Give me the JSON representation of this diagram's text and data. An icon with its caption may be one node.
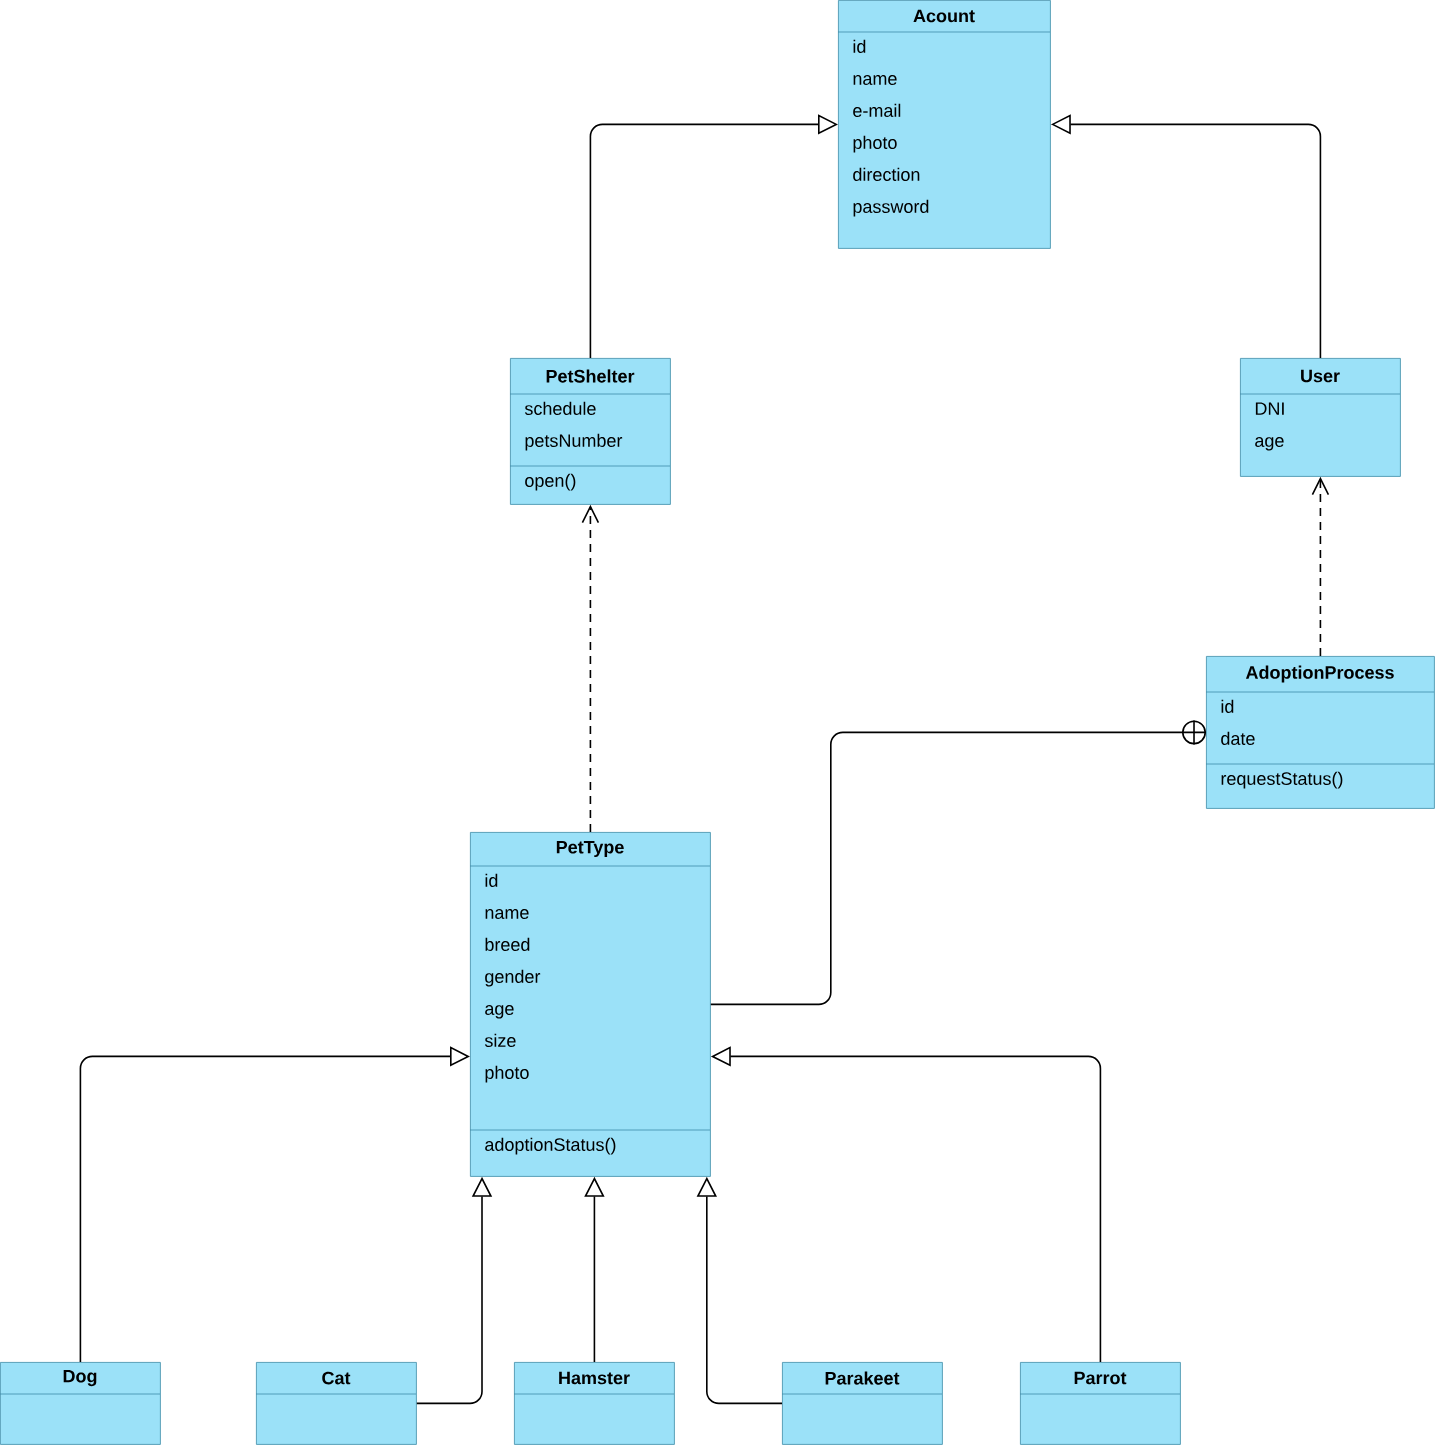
{
  "diagram": {
    "nodes": [
      {
        "text": [
          "Acount",
          "id name e-mail photo direction password"
        ]
      },
      {
        "text": [
          "PetShelter",
          "schedule petsNumber",
          "open()"
        ]
      },
      {
        "text": [
          "User",
          "DNI age"
        ]
      },
      {
        "text": [
          "AdoptionProcess",
          "id date",
          "requestStatus()"
        ]
      },
      {
        "text": [
          "PetType",
          "id name breed gender age size photo",
          "adoptionStatus()"
        ]
      },
      {
        "text": [
          "Dog"
        ]
      },
      {
        "text": [
          "Cat"
        ]
      },
      {
        "text": [
          "Hamster"
        ]
      },
      {
        "text": [
          "Parakeet"
        ]
      },
      {
        "text": [
          "Parrot"
        ]
      }
    ],
    "edges": [
      {
        "from": 1,
        "to": 0,
        "arrow": "to"
      },
      {
        "from": 2,
        "to": 0,
        "arrow": "to"
      },
      {
        "from": 4,
        "to": 1,
        "arrow": "to",
        "style": "dashed"
      },
      {
        "from": 3,
        "to": 2,
        "arrow": "to",
        "style": "dashed"
      },
      {
        "from": 4,
        "to": 3,
        "arrow": "other"
      },
      {
        "from": 5,
        "to": 4,
        "arrow": "to"
      },
      {
        "from": 6,
        "to": 4,
        "arrow": "to"
      },
      {
        "from": 7,
        "to": 4,
        "arrow": "to"
      },
      {
        "from": 8,
        "to": 4,
        "arrow": "to"
      },
      {
        "from": 9,
        "to": 4,
        "arrow": "to"
      }
    ]
  }
}
